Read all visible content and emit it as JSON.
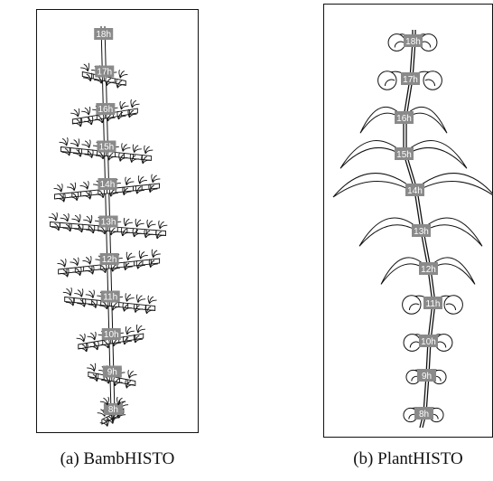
{
  "figure": {
    "panels": [
      {
        "id": "a",
        "caption": "(a) BambHISTO",
        "labels": [
          "18h",
          "17h",
          "16h",
          "15h",
          "14h",
          "13h",
          "12h",
          "11h",
          "10h",
          "9h",
          "8h"
        ]
      },
      {
        "id": "b",
        "caption": "(b) PlantHISTO",
        "labels": [
          "18h",
          "17h",
          "16h",
          "15h",
          "14h",
          "13h",
          "12h",
          "11h",
          "10h",
          "9h",
          "8h"
        ]
      }
    ]
  },
  "colors": {
    "label_bg": "#8a8a8a",
    "line": "#111111",
    "background": "#ffffff"
  }
}
